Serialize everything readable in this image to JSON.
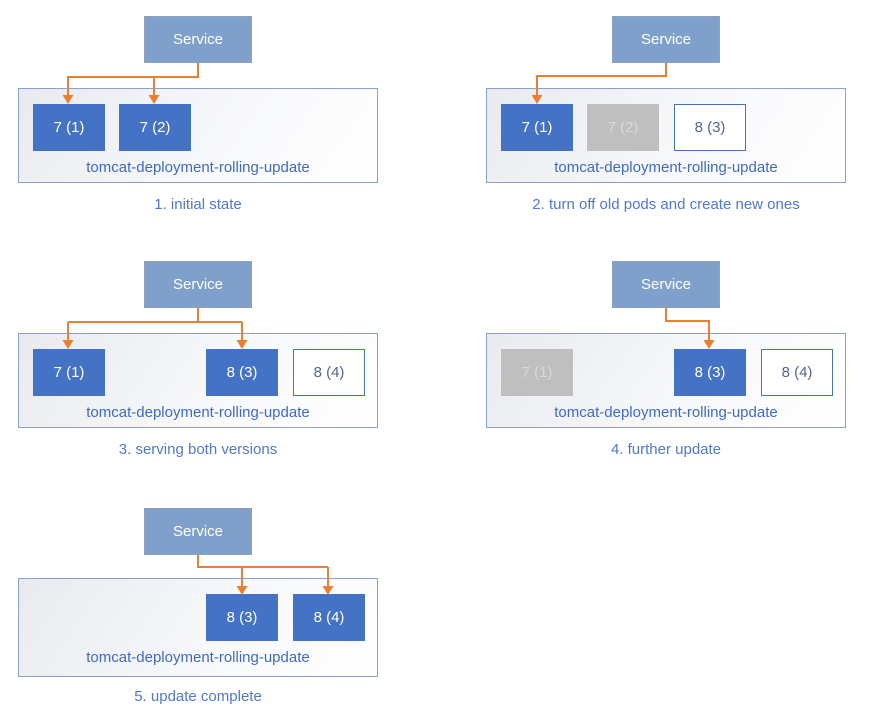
{
  "labels": {
    "service": "Service",
    "deployment": "tomcat-deployment-rolling-update"
  },
  "colors": {
    "service_fill": "#7FA0CB",
    "service_border": "#8FA3B8",
    "service_text": "#FFFFFF",
    "pod_active": "#4472C4",
    "pod_active_text": "#FFFFFF",
    "pod_off": "#BFBFBF",
    "pod_off_text": "#D9D9D9",
    "pod_new_border": "#4472C4",
    "pod_new_text": "#53648F",
    "arrow": "#ED7D31",
    "container_border": "#8AA0CF",
    "label_text": "#3F6AC4",
    "caption_text": "#4F77D4"
  },
  "panels": [
    {
      "caption": "1. initial state",
      "pods": [
        {
          "label": "7 (1)",
          "state": "active"
        },
        {
          "label": "7 (2)",
          "state": "active"
        }
      ]
    },
    {
      "caption": "2. turn off old pods and create new ones",
      "pods": [
        {
          "label": "7 (1)",
          "state": "active"
        },
        {
          "label": "7 (2)",
          "state": "off"
        },
        {
          "label": "8 (3)",
          "state": "new"
        }
      ]
    },
    {
      "caption": "3. serving both versions",
      "pods": [
        {
          "label": "7 (1)",
          "state": "active"
        },
        {
          "label": "8 (3)",
          "state": "active"
        },
        {
          "label": "8 (4)",
          "state": "new"
        }
      ]
    },
    {
      "caption": "4. further update",
      "pods": [
        {
          "label": "7 (1)",
          "state": "off"
        },
        {
          "label": "8 (3)",
          "state": "active"
        },
        {
          "label": "8 (4)",
          "state": "new"
        }
      ]
    },
    {
      "caption": "5. update complete",
      "pods": [
        {
          "label": "8 (3)",
          "state": "active"
        },
        {
          "label": "8 (4)",
          "state": "active"
        }
      ]
    }
  ]
}
